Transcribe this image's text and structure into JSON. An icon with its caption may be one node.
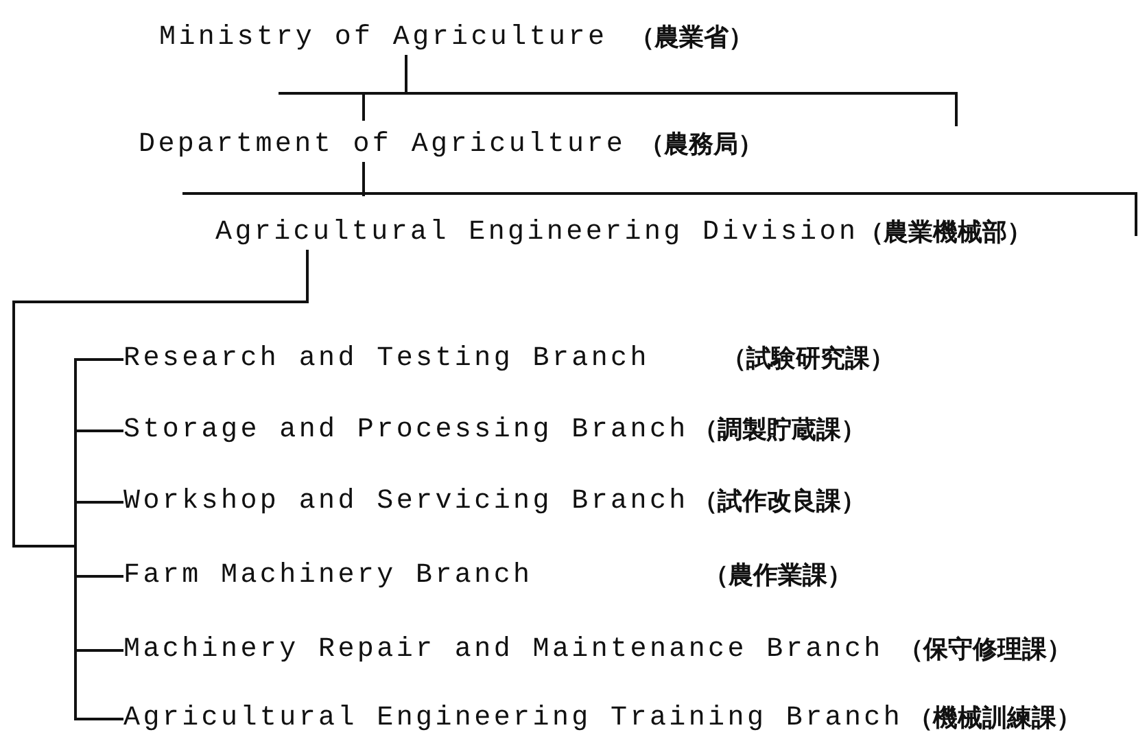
{
  "diagram": {
    "nodes": [
      {
        "text": [
          "Ministry of Agriculture",
          "（農業省）"
        ]
      },
      {
        "text": [
          "Department of Agriculture",
          "（農務局）"
        ]
      },
      {
        "text": [
          "Agricultural Engineering Division",
          "（農業機械部）"
        ]
      },
      {
        "text": [
          "Research and Testing Branch",
          "（試験研究課）"
        ]
      },
      {
        "text": [
          "Storage and Processing Branch",
          "（調製貯蔵課）"
        ]
      },
      {
        "text": [
          "Workshop and Servicing Branch",
          "（試作改良課）"
        ]
      },
      {
        "text": [
          "Farm Machinery Branch",
          "（農作業課）"
        ]
      },
      {
        "text": [
          "Machinery Repair and Maintenance Branch",
          "（保守修理課）"
        ]
      },
      {
        "text": [
          "Agricultural Engineering Training Branch",
          "（機械訓練課）"
        ]
      }
    ],
    "edges": [
      {
        "from": 0,
        "to": 1,
        "arrow": "none"
      },
      {
        "from": 0,
        "to": null,
        "arrow": "none"
      },
      {
        "from": 1,
        "to": 2,
        "arrow": "none"
      },
      {
        "from": 1,
        "to": null,
        "arrow": "none"
      },
      {
        "from": 2,
        "to": 3,
        "arrow": "none"
      },
      {
        "from": 2,
        "to": 4,
        "arrow": "none"
      },
      {
        "from": 2,
        "to": 5,
        "arrow": "none"
      },
      {
        "from": 2,
        "to": 6,
        "arrow": "none"
      },
      {
        "from": 2,
        "to": 7,
        "arrow": "none"
      },
      {
        "from": 2,
        "to": 8,
        "arrow": "none"
      }
    ]
  }
}
